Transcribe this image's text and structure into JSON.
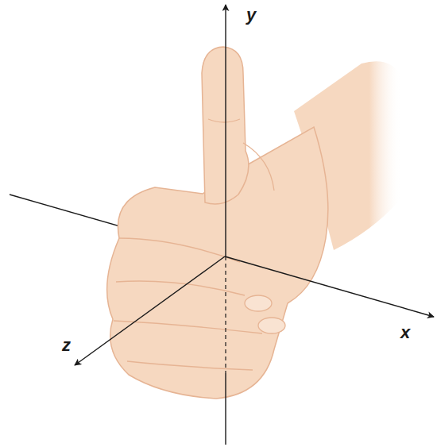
{
  "diagram": {
    "labels": [
      "y",
      "x",
      "z"
    ]
  }
}
